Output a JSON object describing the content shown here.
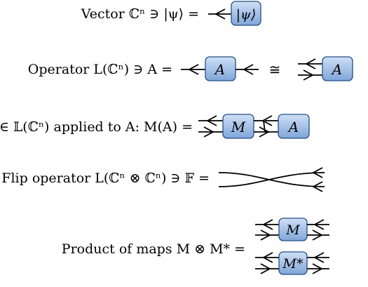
{
  "colors": {
    "box_top": "#cfe0f5",
    "box_bottom": "#7ea6d9",
    "box_stroke": "#1f4f8f",
    "wire": "#000000"
  },
  "rows": {
    "vector": {
      "eq": "Vector ℂⁿ ∋ |ψ⟩ =",
      "box": "|ψ⟩"
    },
    "operator": {
      "eq": "Operator L(ℂⁿ) ∋ A =",
      "box": "A",
      "congruent": "≅",
      "box2": "A"
    },
    "map": {
      "eq": "M ∈ 𝕃(ℂⁿ) applied to A: M(A) =",
      "box_m": "M",
      "box_a": "A"
    },
    "flip": {
      "eq": "Flip operator L(ℂⁿ ⊗ ℂⁿ) ∋ 𝔽 ="
    },
    "product": {
      "eq": "Product of maps M ⊗ M* =",
      "box_m": "M",
      "box_mstar": "M*"
    }
  }
}
